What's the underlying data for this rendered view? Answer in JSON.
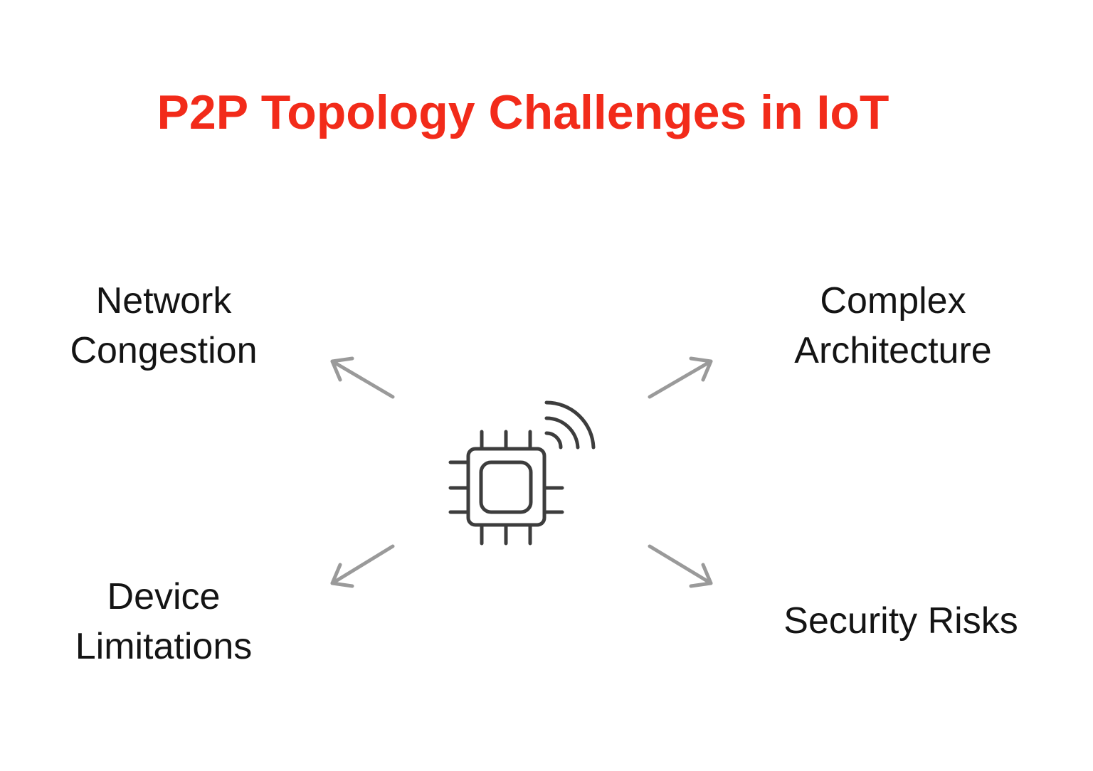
{
  "title": "P2P Topology Challenges in IoT",
  "center_icon": "iot-chip-wireless-icon",
  "challenges": {
    "network_congestion": {
      "line1": "Network",
      "line2": "Congestion"
    },
    "complex_architecture": {
      "line1": "Complex",
      "line2": "Architecture"
    },
    "device_limitations": {
      "line1": "Device",
      "line2": "Limitations"
    },
    "security_risks": {
      "line1": "Security Risks"
    }
  },
  "colors": {
    "title": "#f22b1a",
    "text": "#141414",
    "arrow": "#9a9a9a",
    "icon": "#3d3d3d",
    "background": "#ffffff"
  }
}
